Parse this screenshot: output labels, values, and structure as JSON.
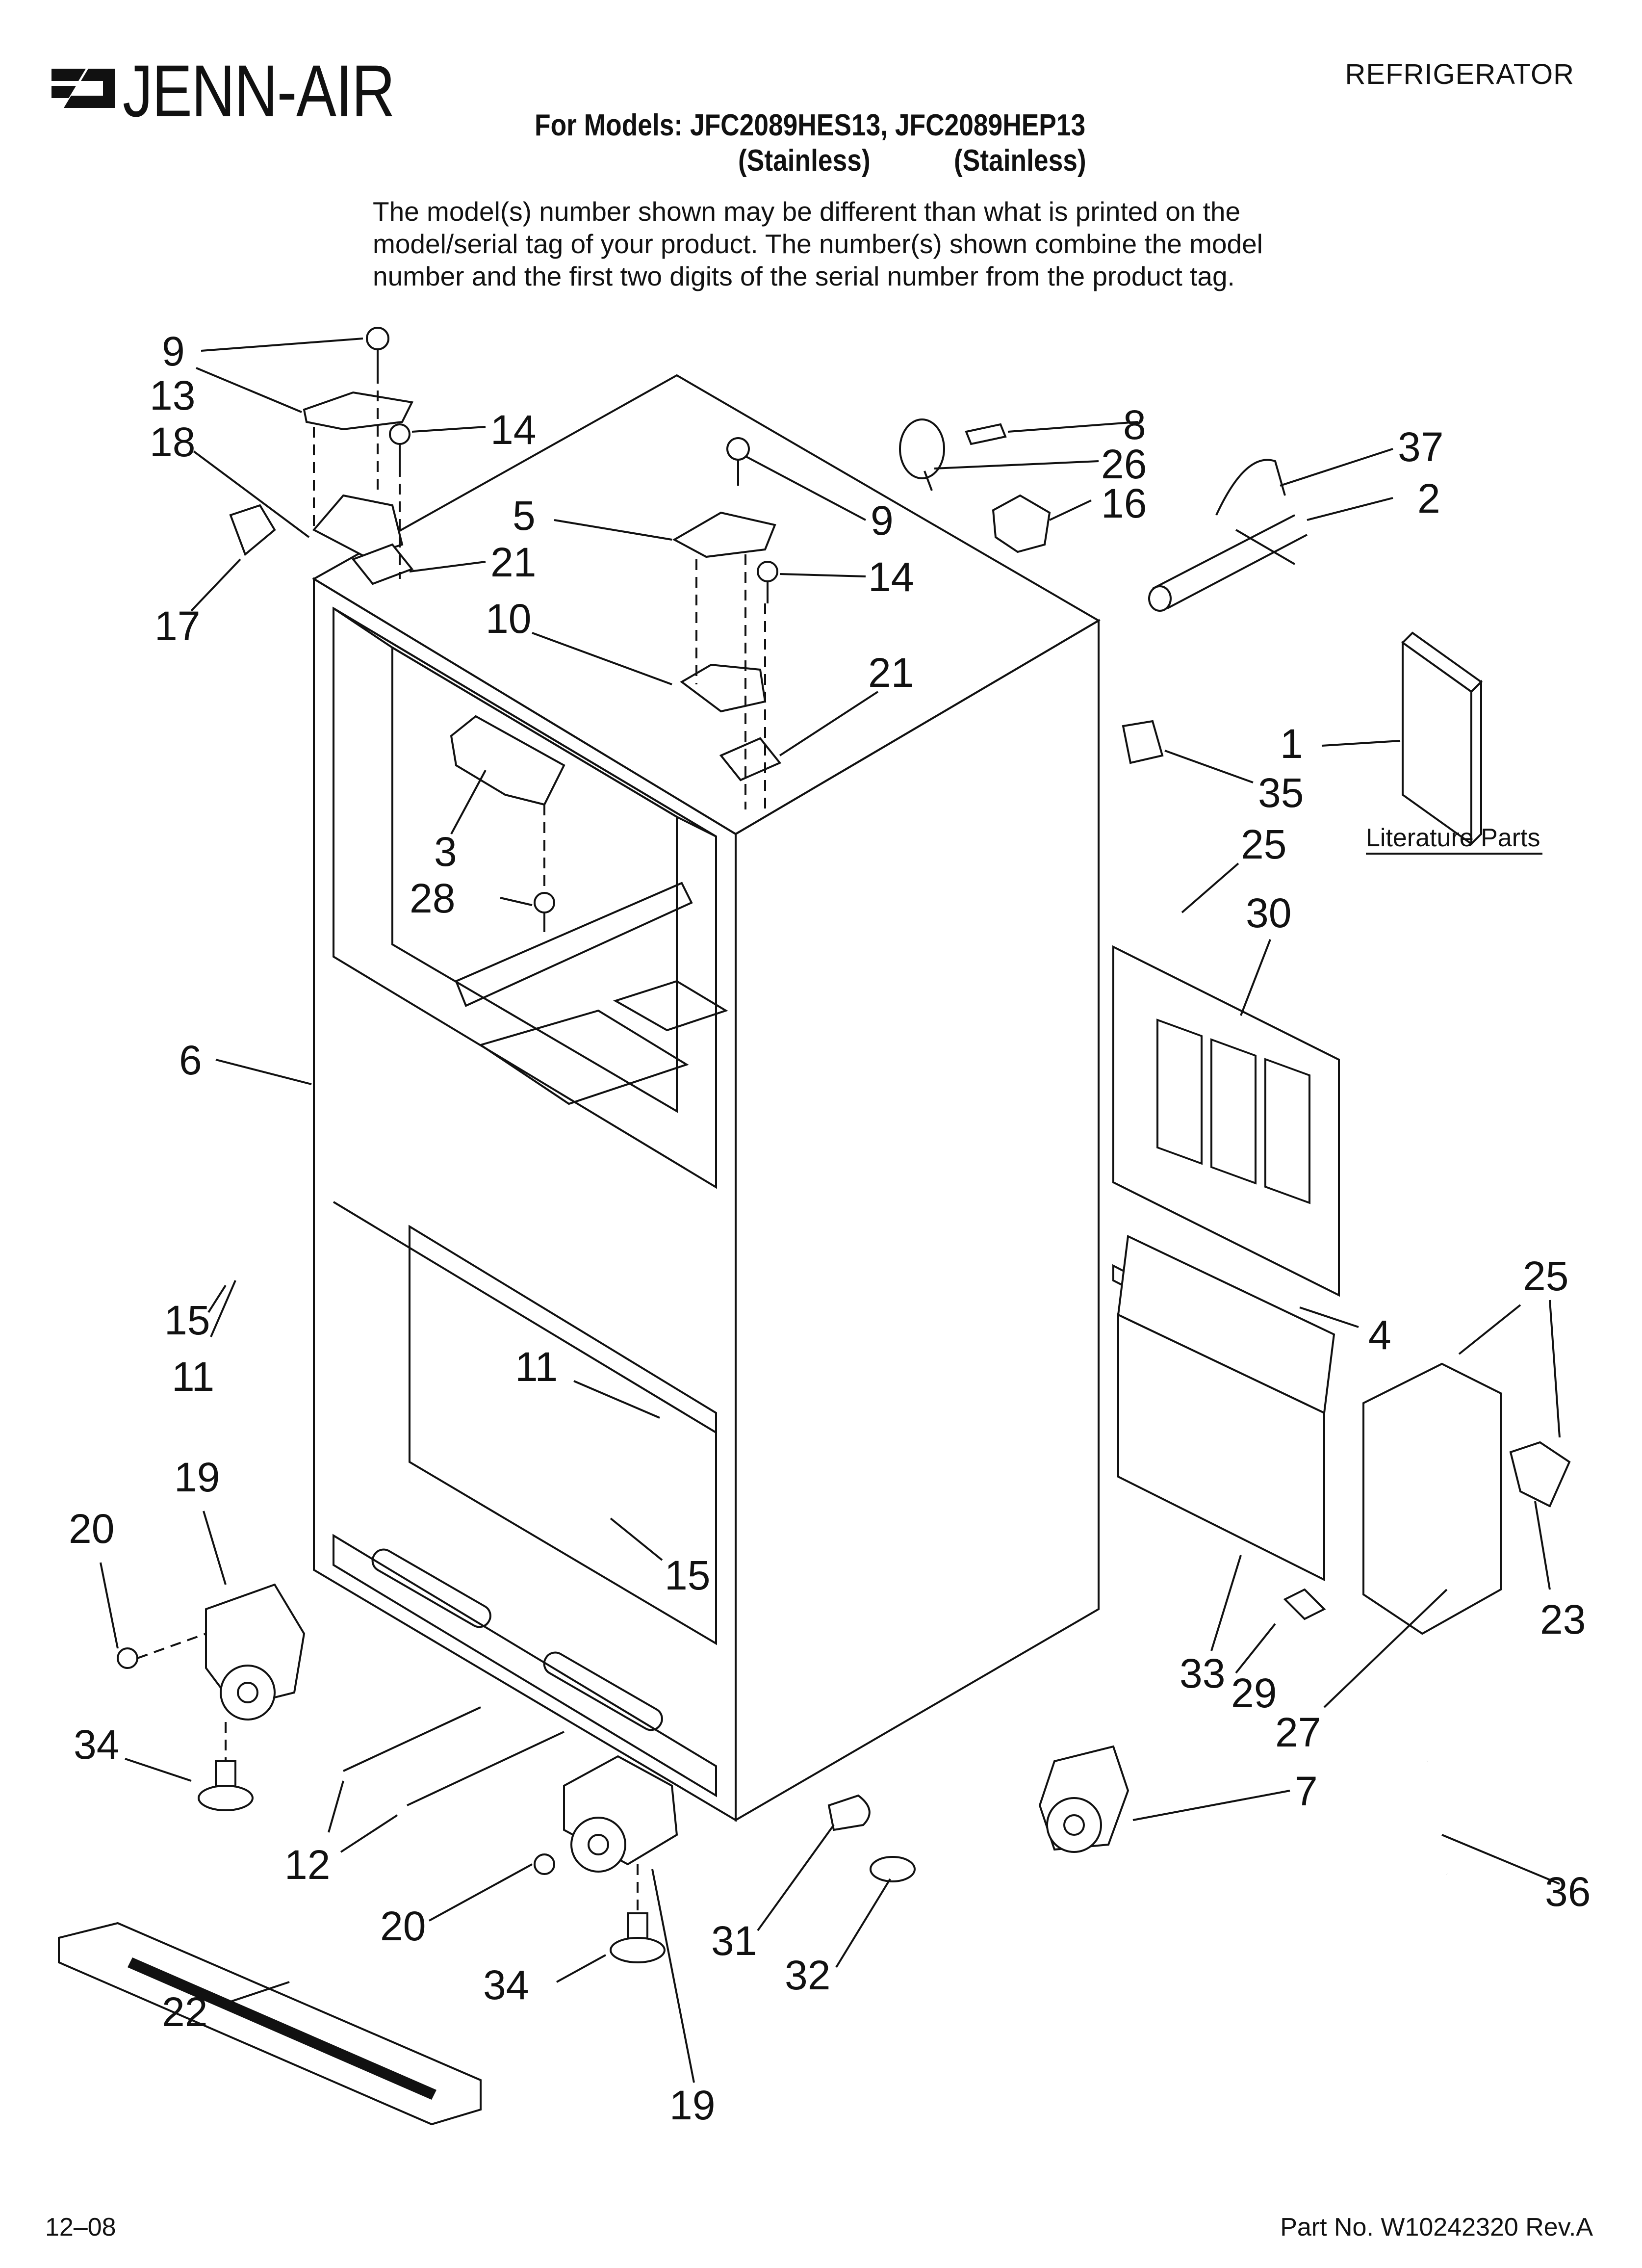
{
  "brand": "JENN-AIR",
  "category": "REFRIGERATOR",
  "models_line": "For Models: JFC2089HES13, JFC2089HEP13",
  "model_variants": [
    "(Stainless)",
    "(Stainless)"
  ],
  "notice": [
    "The model(s) number shown may be different than what is printed on the",
    "model/serial tag of your product. The number(s) shown combine the model",
    "number and the first two digits of the serial number from the product tag."
  ],
  "literature_label": "Literature Parts",
  "footer": {
    "date": "12–08",
    "part_number": "Part No. W10242320 Rev.A"
  },
  "callouts": [
    "9",
    "13",
    "14",
    "18",
    "5",
    "9",
    "14",
    "17",
    "21",
    "10",
    "21",
    "3",
    "28",
    "8",
    "26",
    "16",
    "37",
    "2",
    "1",
    "35",
    "25",
    "30",
    "6",
    "15",
    "11",
    "11",
    "15",
    "4",
    "25",
    "25",
    "19",
    "20",
    "34",
    "12",
    "20",
    "34",
    "22",
    "19",
    "31",
    "32",
    "33",
    "29",
    "27",
    "7",
    "23",
    "36"
  ]
}
